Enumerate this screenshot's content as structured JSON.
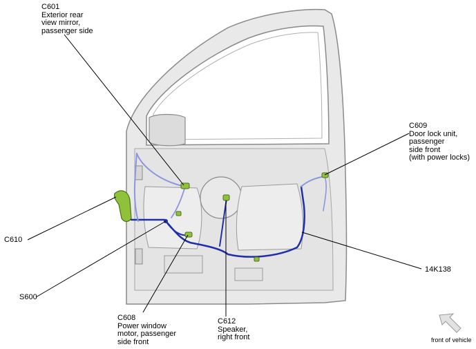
{
  "labels": {
    "c601": {
      "id": "C601",
      "desc": [
        "Exterior rear",
        "view mirror,",
        "passenger side"
      ]
    },
    "c609": {
      "id": "C609",
      "desc": [
        "Door lock unit,",
        "passenger",
        "side front",
        "(with power locks)"
      ]
    },
    "c610": {
      "id": "C610"
    },
    "k138": {
      "id": "14K138"
    },
    "s600": {
      "id": "S600"
    },
    "c608": {
      "id": "C608",
      "desc": [
        "Power window",
        "motor, passenger",
        "side front"
      ]
    },
    "c612": {
      "id": "C612",
      "desc": [
        "Speaker,",
        "right front"
      ]
    }
  },
  "orientation": {
    "text": "front of vehicle"
  },
  "colors": {
    "door_fill": "#e9e9e9",
    "door_stroke": "#8a8a8a",
    "harness_dark": "#1e2fa8",
    "harness_light": "#8b97dd",
    "connector_green": "#8fc23a",
    "arrow_fill": "#e2e2e2"
  }
}
